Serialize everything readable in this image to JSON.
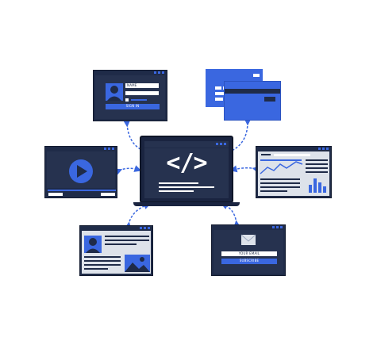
{
  "login": {
    "name_label": "NAME",
    "signin_label": "SIGN IN"
  },
  "subscribe": {
    "email_label": "YOUR EMAIL",
    "subscribe_label": "SUBSCRIBE"
  },
  "laptop": {
    "code_symbol": "</>"
  },
  "colors": {
    "navy": "#1f2b48",
    "blue": "#3a67e0",
    "light": "#dde2ea",
    "arrow": "#3a67e0"
  },
  "icons": [
    "user-icon",
    "play-icon",
    "envelope-icon",
    "image-icon",
    "credit-card-icon",
    "line-chart-icon",
    "bar-chart-icon"
  ]
}
